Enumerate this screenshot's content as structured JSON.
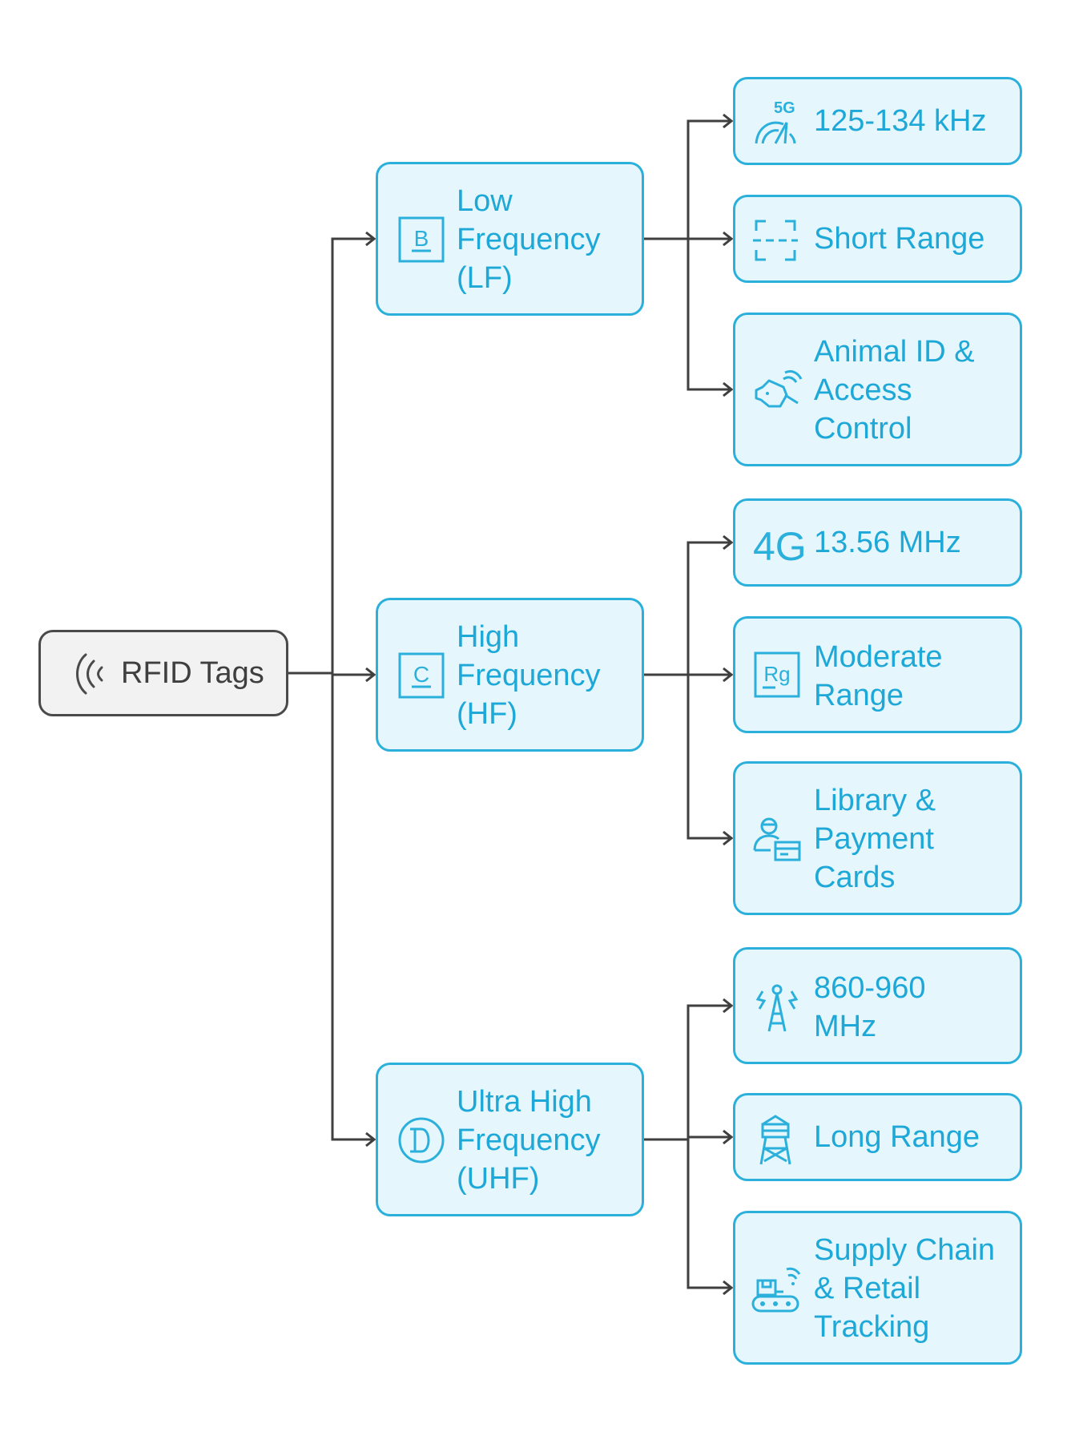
{
  "diagram": {
    "root": {
      "label": "RFID Tags",
      "icon": "rfid-signal-icon"
    },
    "branches": [
      {
        "label": [
          "Low",
          "Frequency",
          "(LF)"
        ],
        "icon": "letter-b-icon",
        "children": [
          {
            "label": [
              "125-134 kHz"
            ],
            "icon": "5g-speedometer-icon"
          },
          {
            "label": [
              "Short Range"
            ],
            "icon": "scan-frame-icon"
          },
          {
            "label": [
              "Animal ID &",
              "Access",
              "Control"
            ],
            "icon": "pig-tag-icon"
          }
        ]
      },
      {
        "label": [
          "High",
          "Frequency",
          "(HF)"
        ],
        "icon": "letter-c-icon",
        "children": [
          {
            "label": [
              "13.56 MHz"
            ],
            "icon": "4g-icon"
          },
          {
            "label": [
              "Moderate",
              "Range"
            ],
            "icon": "rg-box-icon"
          },
          {
            "label": [
              "Library &",
              "Payment",
              "Cards"
            ],
            "icon": "person-card-icon"
          }
        ]
      },
      {
        "label": [
          "Ultra High",
          "Frequency",
          "(UHF)"
        ],
        "icon": "letter-d-circle-icon",
        "children": [
          {
            "label": [
              "860-960",
              "MHz"
            ],
            "icon": "radio-tower-icon"
          },
          {
            "label": [
              "Long Range"
            ],
            "icon": "water-tower-icon"
          },
          {
            "label": [
              "Supply Chain",
              "& Retail",
              "Tracking"
            ],
            "icon": "conveyor-wifi-icon"
          }
        ]
      }
    ],
    "colors": {
      "node_fill": "#e5f7fc",
      "node_border": "#2bb0dc",
      "node_text": "#1ea8d8",
      "root_fill": "#f2f2f2",
      "root_border": "#4a4a4a",
      "root_text": "#3f3f3f",
      "connector": "#3f3f3f"
    }
  }
}
